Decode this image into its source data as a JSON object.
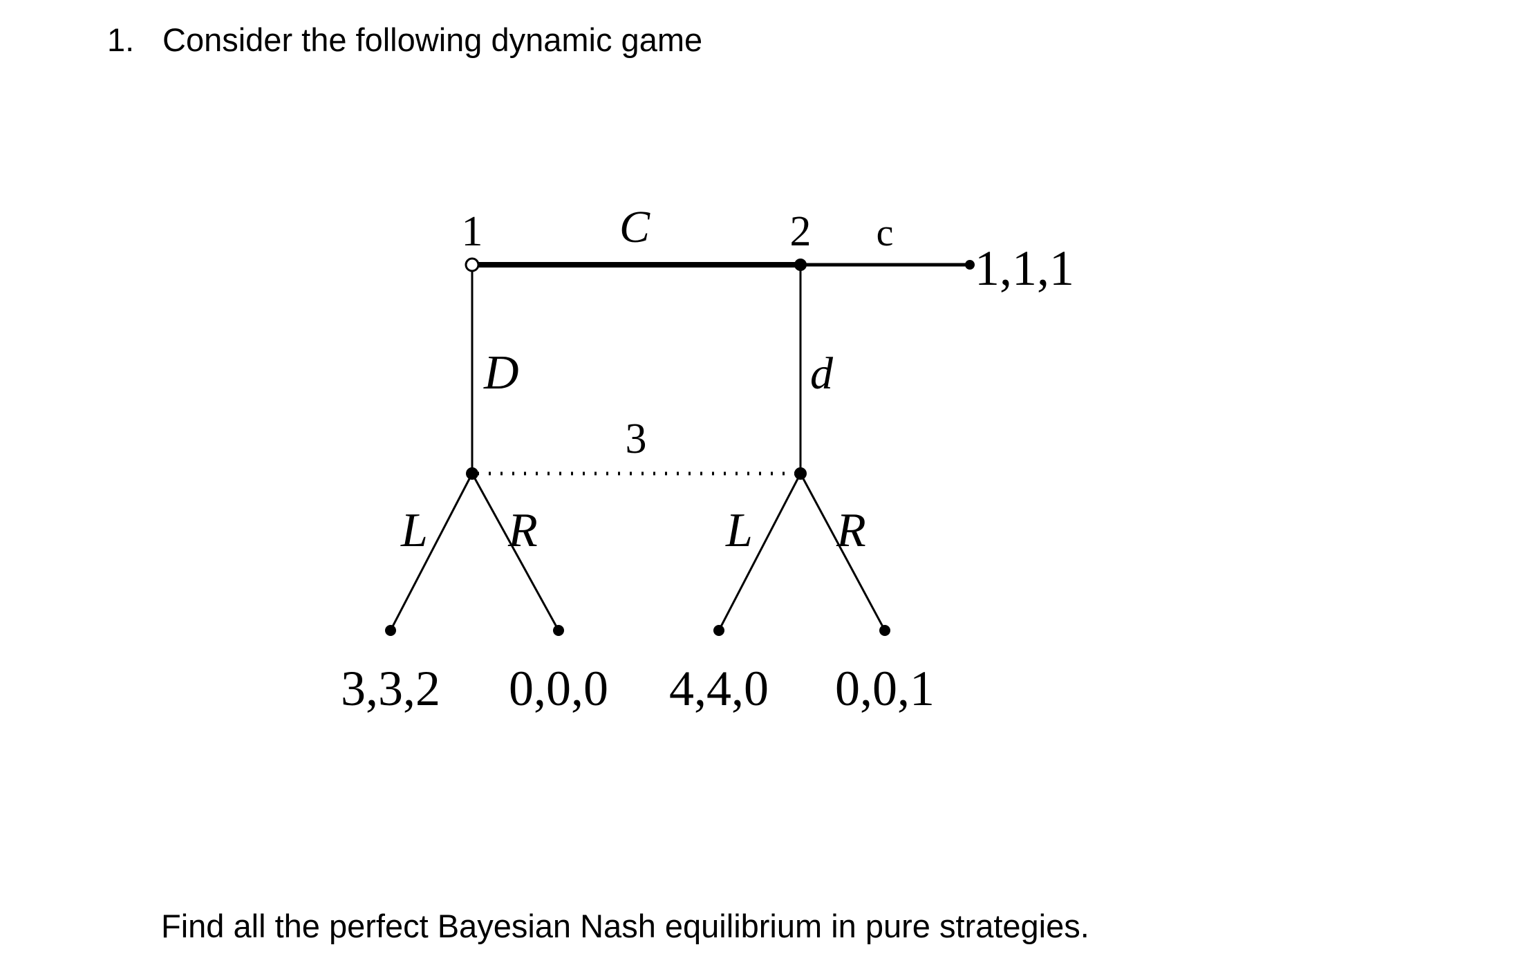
{
  "question": {
    "number": "1.",
    "text": "Consider the following dynamic game"
  },
  "tree": {
    "players": {
      "p1": "1",
      "p2": "2",
      "p3": "3"
    },
    "actions": {
      "p1_continue": "C",
      "p1_down": "D",
      "p2_continue": "c",
      "p2_down": "d",
      "p3_left_a": "L",
      "p3_right_a": "R",
      "p3_left_b": "L",
      "p3_right_b": "R"
    },
    "payoffs": {
      "cc": "1,1,1",
      "DL": "3,3,2",
      "DR": "0,0,0",
      "CdL": "4,4,0",
      "CdR": "0,0,1"
    }
  },
  "instruction": "Find all the perfect Bayesian Nash equilibrium in pure strategies."
}
